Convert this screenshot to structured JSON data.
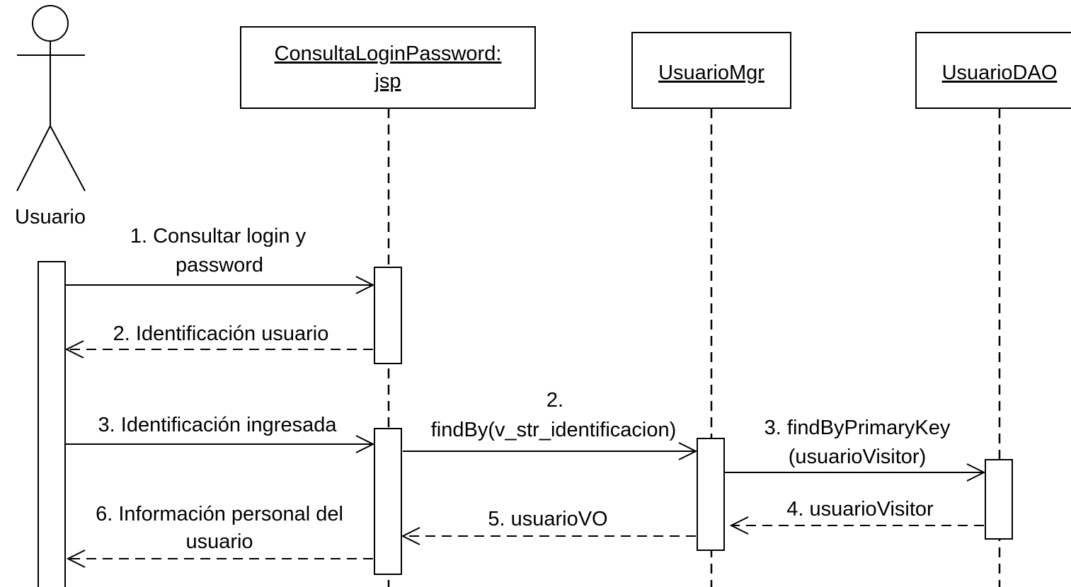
{
  "actor": {
    "name": "Usuario"
  },
  "objects": [
    {
      "line1": "ConsultaLoginPassword:",
      "line2": "jsp"
    },
    {
      "line1": "UsuarioMgr",
      "line2": ""
    },
    {
      "line1": "UsuarioDAO",
      "line2": ""
    }
  ],
  "messages": [
    {
      "line1": "1. Consultar login y",
      "line2": "password",
      "kind": "sync"
    },
    {
      "line1": "2. Identificación usuario",
      "line2": "",
      "kind": "return"
    },
    {
      "line1": "3. Identificación ingresada",
      "line2": "",
      "kind": "sync"
    },
    {
      "line1": "2.",
      "line2": "findBy(v_str_identificacion)",
      "kind": "sync"
    },
    {
      "line1": "3. findByPrimaryKey",
      "line2": "(usuarioVisitor)",
      "kind": "sync"
    },
    {
      "line1": "4. usuarioVisitor",
      "line2": "",
      "kind": "return"
    },
    {
      "line1": "5. usuarioVO",
      "line2": "",
      "kind": "return"
    },
    {
      "line1": "6. Información personal del",
      "line2": "usuario",
      "kind": "return"
    }
  ]
}
